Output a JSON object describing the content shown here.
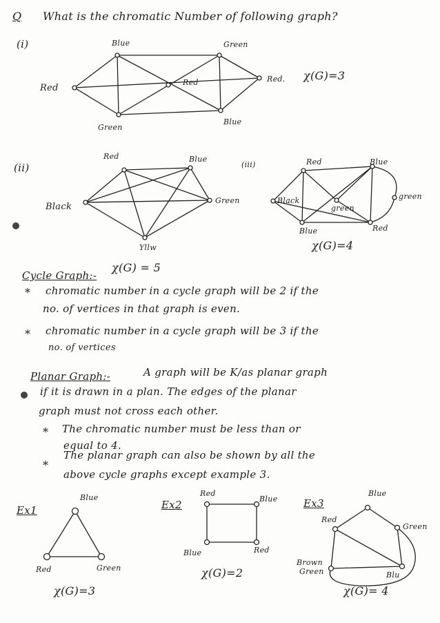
{
  "question": {
    "marker": "Q",
    "text": "What is the chromatic Number of following graph?"
  },
  "graph1": {
    "label": "(i)",
    "nodes": {
      "top_left": "Blue",
      "top_right": "Green",
      "left": "Red",
      "center": "Red",
      "right": "Red.",
      "bottom_left": "Green",
      "bottom_right": "Blue"
    },
    "result": "χ(G)=3"
  },
  "graph2": {
    "label": "(ii)",
    "nodes": {
      "top_left": "Red",
      "top_right": "Blue",
      "left": "Black",
      "right": "Green",
      "bottom": "Yllw"
    },
    "result": "χ(G) = 5"
  },
  "graph3": {
    "label": "(iii)",
    "nodes": {
      "top_left": "Red",
      "top_right": "Blue",
      "left": "Black",
      "center": "green",
      "right": "green",
      "bottom_left": "Blue",
      "bottom_right": "Red"
    },
    "result": "χ(G)=4"
  },
  "cycle": {
    "heading": "Cycle Graph:-",
    "bullet1_line1": "chromatic number in a cycle graph will be 2 if the",
    "bullet1_line2": "no. of vertices in that graph is even.",
    "bullet2_line1": "chromatic number in a cycle graph will be 3 if the",
    "bullet2_line2": "no. of vertices"
  },
  "planar": {
    "heading": "Planar Graph:-",
    "line1": "A graph will be K/as planar graph",
    "line2": "if it is drawn in a plan. The edges of the planar",
    "line3": "graph must not cross each other.",
    "bullet1_line1": "The chromatic number must be less than or",
    "bullet1_line2": "equal to 4.",
    "bullet2_line1": "The planar graph can also be shown by all the",
    "bullet2_line2": "above cycle graphs except example 3."
  },
  "ex1": {
    "label": "Ex1",
    "top": "Blue",
    "bottom_left": "Red",
    "bottom_right": "Green",
    "result": "χ(G)=3"
  },
  "ex2": {
    "label": "Ex2",
    "top_left": "Red",
    "top_right": "Blue",
    "bottom_left": "Blue",
    "bottom_right": "Red",
    "result": "χ(G)=2"
  },
  "ex3": {
    "label": "Ex3",
    "top_left": "Red",
    "top_right": "Blue",
    "right": "Green",
    "bottom_left_1": "Brown",
    "bottom_left_2": "Green",
    "bottom_right": "Blu",
    "result": "χ(G)= 4"
  },
  "symbols": {
    "star": "*"
  }
}
